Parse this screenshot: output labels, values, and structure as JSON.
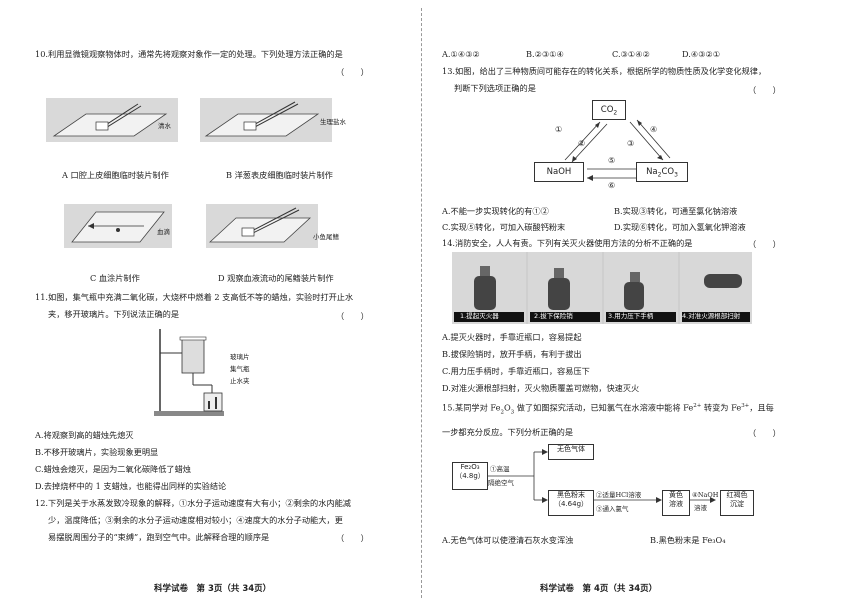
{
  "left": {
    "q10": {
      "stem": "10.利用显微镜观察物体时，通常先将观察对象作一定的处理。下列处理方法正确的是",
      "paren": "（　　）",
      "label_qingshui": "清水",
      "label_shenglishui": "生理盐水",
      "label_xuedi": "血滴",
      "label_xiaoyuweiqi": "小鱼尾鳍",
      "optA": "A 口腔上皮细胞临时装片制作",
      "optB": "B 洋葱表皮细胞临时装片制作",
      "optC": "C 血涂片制作",
      "optD": "D 观察血液流动的尾鳍装片制作"
    },
    "q11": {
      "stem1": "11.如图，集气瓶中充满二氧化碳，大烧杯中燃着 2 支高低不等的蜡烛，实验时打开止水",
      "stem2": "夹，移开玻璃片。下列说法正确的是",
      "paren": "（　　）",
      "label_boli": "玻璃片",
      "label_jiqiping": "集气瓶",
      "label_zhishuijia": "止水夹",
      "optA": "A.将观察到高的蜡烛先熄灭",
      "optB": "B.不移开玻璃片，实验现象更明显",
      "optC": "C.蜡烛会熄灭，是因为二氧化碳降低了蜡烛",
      "optD": "D.去掉烧杯中的 1 支蜡烛，也能得出同样的实验结论"
    },
    "q12": {
      "stem1": "12.下列是关于水蒸发致冷现象的解释，①水分子运动速度有大有小；②剩余的水内能减",
      "stem2": "少，温度降低；③剩余的水分子运动速度相对较小；④速度大的水分子动能大，更",
      "stem3": "易摆脱周围分子的“束缚”，跑到空气中。此解释合理的顺序是",
      "paren": "（　　）"
    },
    "footer": "科学试卷　第 3页（共 34页）"
  },
  "right": {
    "q12opts": {
      "A": "A.①④③②",
      "B": "B.②③①④",
      "C": "C.③①④②",
      "D": "D.④③②①"
    },
    "q13": {
      "stem1": "13.如图，给出了三种物质间可能存在的转化关系，根据所学的物质性质及化学变化规律，",
      "stem2": "判断下列选项正确的是",
      "paren": "（　　）",
      "co2": "CO",
      "co2_sub": "2",
      "naoh": "NaOH",
      "na2co3_a": "Na",
      "na2co3_sub1": "2",
      "na2co3_b": "CO",
      "na2co3_sub2": "3",
      "n1": "①",
      "n2": "②",
      "n3": "③",
      "n4": "④",
      "n5": "⑤",
      "n6": "⑥",
      "optA": "A.不能一步实现转化的有①②",
      "optB": "B.实现③转化，可通至氯化钠溶液",
      "optC": "C.实现⑤转化，可加入碳酸钙粉末",
      "optD": "D.实现⑥转化，可加入氢氧化钾溶液"
    },
    "q14": {
      "stem": "14.消防安全，人人有责。下列有关灭火器使用方法的分析不正确的是",
      "paren": "（　　）",
      "cap1": "1.提起灭火器",
      "cap2": "2.拔下保险销",
      "cap3": "3.用力压下手柄",
      "cap4": "4.对准火源根部扫射",
      "optA": "A.提灭火器时，手靠近瓶口，容易提起",
      "optB": "B.拔保险销时，放开手柄，有利于拔出",
      "optC": "C.用力压手柄时，手靠近瓶口，容易压下",
      "optD": "D.对准火源根部扫射，灭火物质覆盖可燃物，快速灭火"
    },
    "q15": {
      "stem1a": "15.某同学对 Fe",
      "stem1_sub1": "2",
      "stem1b": "O",
      "stem1_sub2": "3",
      "stem1c": " 做了如图探究活动，已知氯气在水溶液中能将 Fe",
      "stem1_sup1": "2+",
      "stem1d": " 转变为 Fe",
      "stem1_sup2": "3+",
      "stem1e": "，且每",
      "stem2": "一步都充分反应。下列分析正确的是",
      "paren": "（　　）",
      "fe2o3": "Fe₂O₃",
      "fe2o3_mass": "（4.8g）",
      "step1a": "①高温",
      "step1b": "隔绝空气",
      "gas": "无色气体",
      "black": "黑色粉末",
      "black_mass": "（4.64g）",
      "step2": "②适量HCl溶液",
      "step3": "③通入氯气",
      "yellow1": "黄色",
      "yellow2": "溶液",
      "step4a": "④NaOH",
      "step4b": "溶液",
      "red1": "红褐色",
      "red2": "沉淀",
      "optA": "A.无色气体可以使澄清石灰水变浑浊",
      "optB": "B.黑色粉末是 Fe₃O₄"
    },
    "footer": "科学试卷　第 4页（共 34页）"
  }
}
